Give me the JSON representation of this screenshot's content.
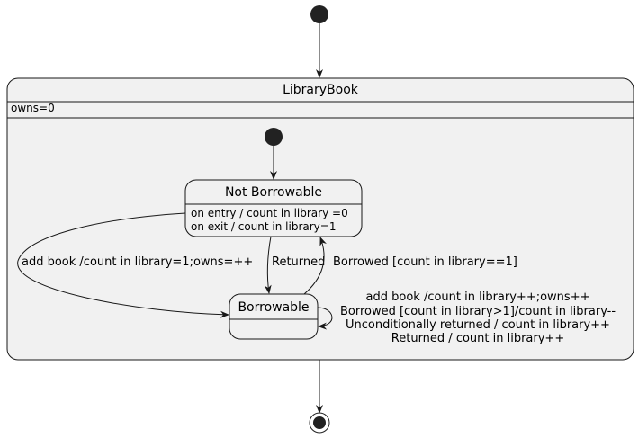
{
  "diagram": {
    "composite_state": {
      "name": "LibraryBook",
      "attribute": "owns=0"
    },
    "states": {
      "not_borrowable": {
        "name": "Not Borrowable",
        "entry": "on entry / count in library =0",
        "exit": "on exit / count in library=1"
      },
      "borrowable": {
        "name": "Borrowable"
      }
    },
    "transitions": {
      "add_book": "add book /count in library=1;owns=++",
      "returned": "Returned",
      "borrowed": "Borrowed [count in library==1]",
      "self_loop": [
        "add book /count in library++;owns++",
        "Borrowed [count in library>1]/count in library--",
        "Unconditionally returned / count in library++",
        "Returned / count in library++"
      ]
    },
    "colors": {
      "state_fill": "#f1f1f1",
      "border": "#181818",
      "marker": "#222222"
    }
  }
}
